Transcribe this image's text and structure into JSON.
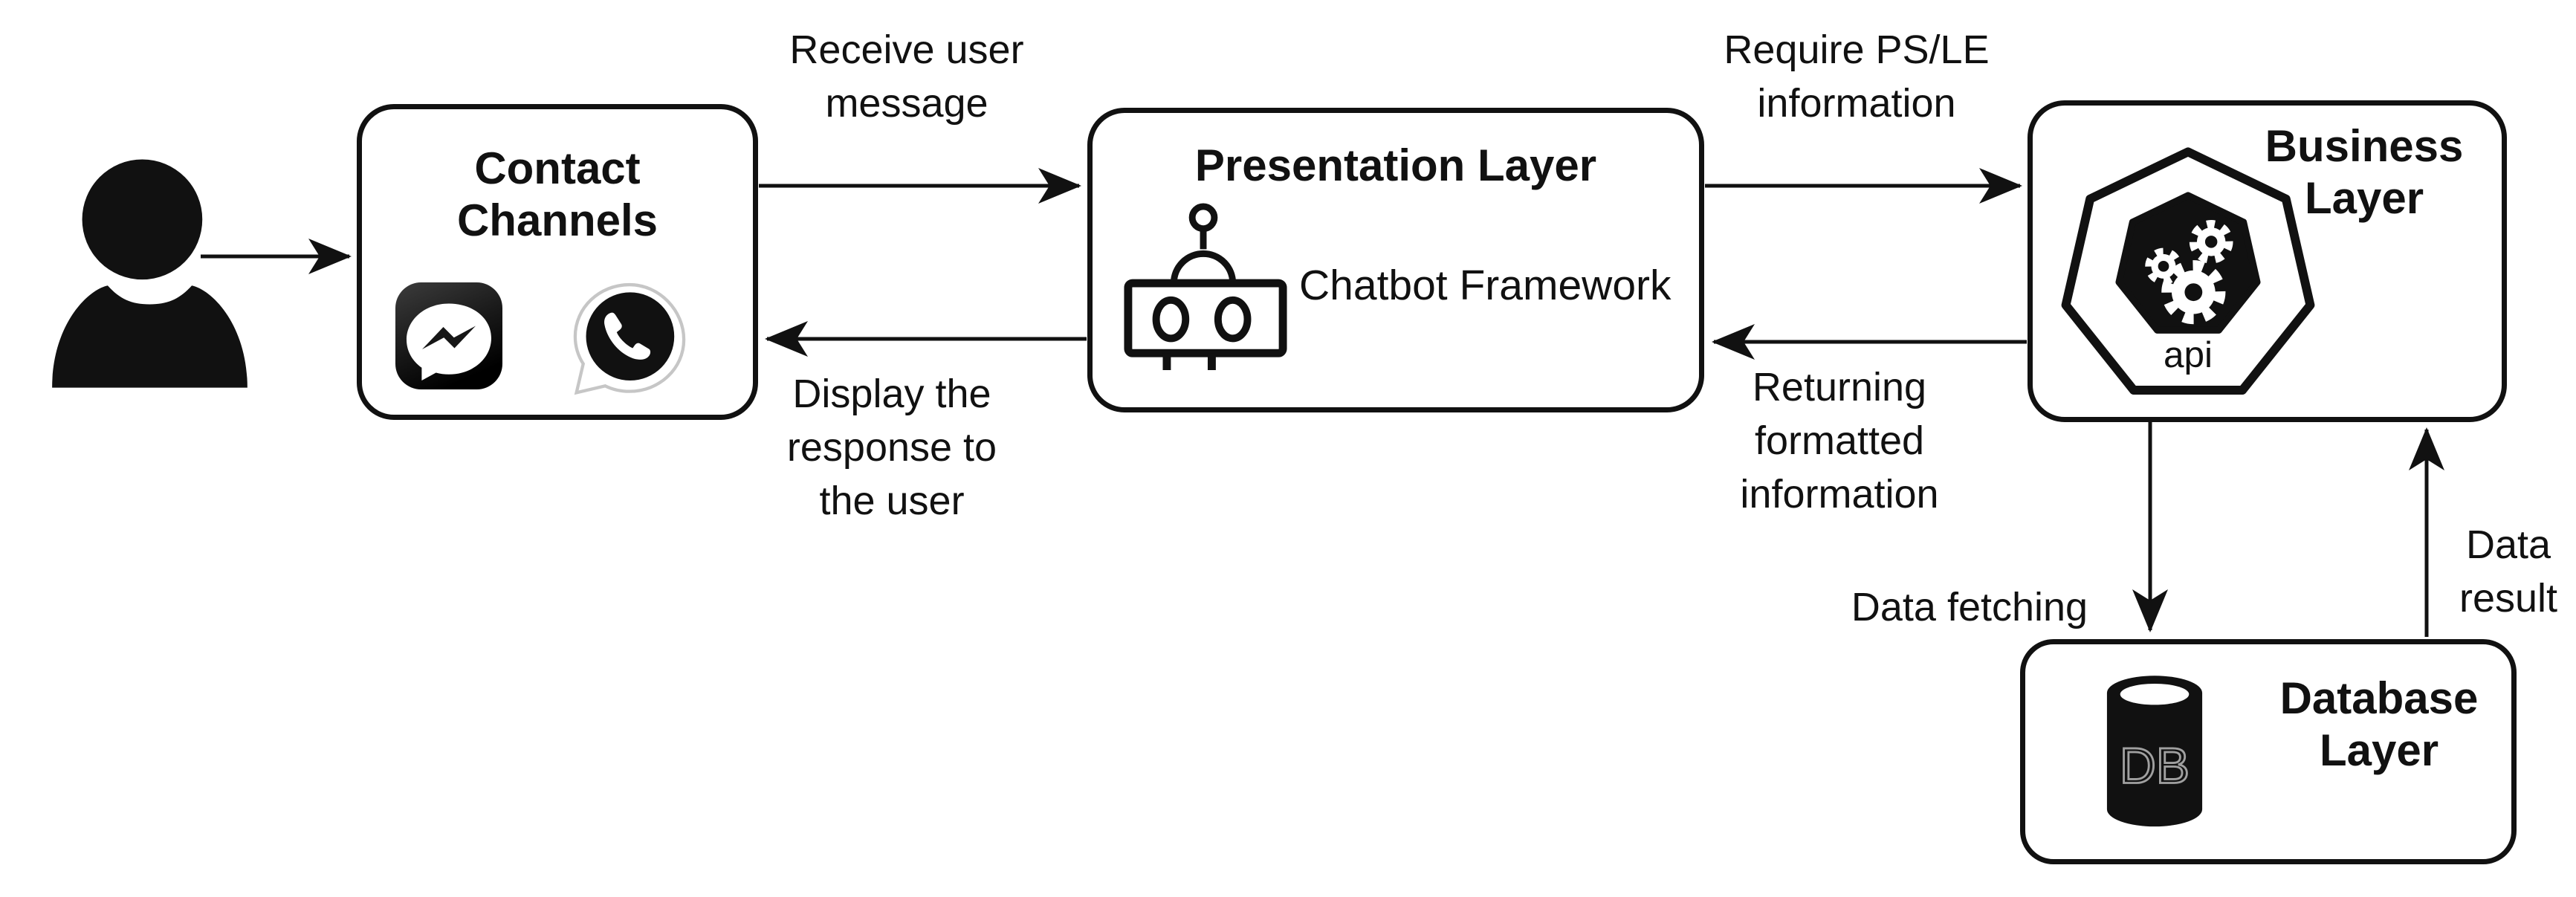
{
  "diagram": {
    "background": "#ffffff",
    "stroke_color": "#111111",
    "nodes": {
      "user": {
        "icon": "person-icon"
      },
      "contact_channels": {
        "title": "Contact\nChannels",
        "icons": [
          "messenger-icon",
          "whatsapp-icon"
        ]
      },
      "presentation_layer": {
        "title": "Presentation Layer",
        "label": "Chatbot Framework",
        "icon": "robot-icon"
      },
      "business_layer": {
        "title": "Business\nLayer",
        "icon": "api-heptagon-icon",
        "icon_label": "api"
      },
      "database_layer": {
        "title": "Database\nLayer",
        "icon": "database-cylinder-icon",
        "icon_label": "DB"
      }
    },
    "edges": {
      "receive": {
        "label": "Receive user\nmessage"
      },
      "display": {
        "label": "Display the\nresponse to\nthe user"
      },
      "require": {
        "label": "Require PS/LE\ninformation"
      },
      "returning": {
        "label": "Returning\nformatted\ninformation"
      },
      "fetching": {
        "label": "Data fetching"
      },
      "result": {
        "label": "Data\nresult"
      }
    }
  }
}
